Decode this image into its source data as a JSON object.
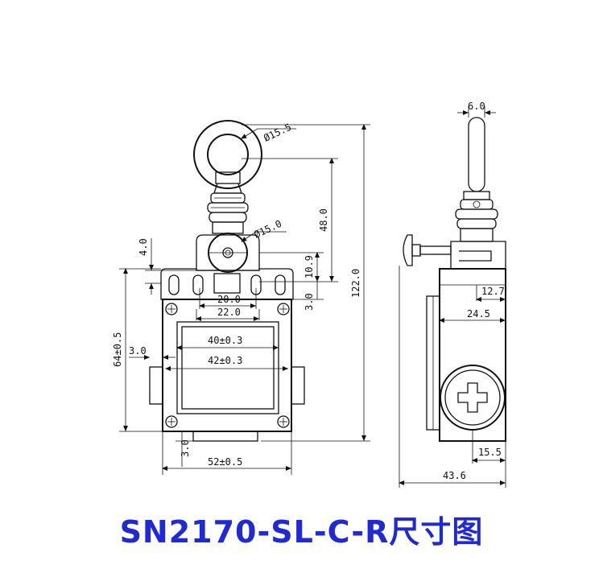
{
  "caption": "SN2170-SL-C-R尺寸图",
  "colors": {
    "caption": "#1f2ad6",
    "lines": "#111111",
    "background": "#ffffff"
  },
  "front_view": {
    "dims": {
      "roller_dia": "Ø15.5",
      "pivot_dia": "Ø15.0",
      "height_48": "48.0",
      "overall_height": "122.0",
      "offset_4": "4.0",
      "offset_10_9": "10.9",
      "offset_3_right": "3.0",
      "width_20": "20.0",
      "width_22": "22.0",
      "width_40": "40±0.3",
      "width_42": "42±0.3",
      "height_64": "64±0.5",
      "offset_3_left": "3.0",
      "offset_3_bottom": "3.0",
      "width_52": "52±0.5"
    }
  },
  "side_view": {
    "dims": {
      "lever_width": "6.0",
      "depth_12_7": "12.7",
      "depth_24_5": "24.5",
      "depth_15_5": "15.5",
      "depth_43_6": "43.6"
    }
  }
}
